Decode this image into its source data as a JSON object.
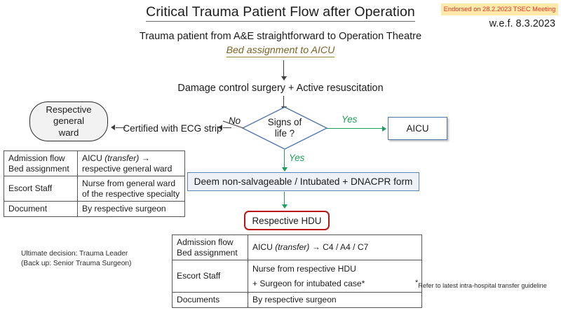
{
  "header": {
    "title": "Critical Trauma Patient Flow after Operation",
    "endorsed_badge": "Endorsed on 28.2.2023 TSEC Meeting",
    "wef_note": "w.e.f. 8.3.2023",
    "badge_bg_color": "#fde9a9",
    "badge_text_color": "#e4342b"
  },
  "flow": {
    "intro_line": "Trauma patient from A&E straightforward to Operation Theatre",
    "bed_assignment_line": "Bed assignment to AICU",
    "damage_control_line": "Damage control surgery + Active resuscitation",
    "decision": {
      "line1": "Signs of",
      "line2": "life ?",
      "branch_no_label": "No",
      "branch_yes_right_label": "Yes",
      "branch_yes_down_label": "Yes"
    },
    "nodes": {
      "general_ward": "Respective general ward",
      "general_ward_l1": "Respective",
      "general_ward_l2": "general",
      "general_ward_l3": "ward",
      "ecg_certified": "Certified with ECG strip",
      "aicu": "AICU",
      "dnacpr": "Deem non-salvageable / Intubated + DNACPR form",
      "hdu": "Respective HDU"
    },
    "colors": {
      "yes_branch": "#19a05a",
      "decision_border": "#4a76a8",
      "aicu_border": "#4a76a8",
      "dnacpr_border": "#5b86b8",
      "hdu_border": "#bc1414",
      "bed_assignment_text": "#7d6324"
    }
  },
  "left_table": {
    "rows": [
      {
        "key_l1": "Admission flow",
        "key_l2": "Bed assignment",
        "value_prefix": "AICU ",
        "value_italic": "(transfer)",
        "value_suffix": " →",
        "value_l2": "respective general ward"
      },
      {
        "key_l1": "Escort Staff",
        "key_l2": "",
        "value_l1": "Nurse from general ward",
        "value_l2": "of the respective specialty"
      },
      {
        "key_l1": "Document",
        "key_l2": "",
        "value_l1": "By respective surgeon",
        "value_l2": ""
      }
    ]
  },
  "bottom_table": {
    "rows": [
      {
        "key_l1": "Admission flow",
        "key_l2": "Bed assignment",
        "value_prefix": "AICU ",
        "value_italic": "(transfer)",
        "value_suffix": " → C4 / A4 / C7"
      },
      {
        "key_l1": "Escort Staff",
        "key_l2": "",
        "value_l1": "Nurse from respective HDU",
        "value_l2": "+ Surgeon for intubated case*"
      },
      {
        "key_l1": "Documents",
        "key_l2": "",
        "value_l1": "By respective surgeon",
        "value_l2": ""
      }
    ]
  },
  "notes": {
    "ultimate_l1": "Ultimate decision: Trauma Leader",
    "ultimate_l2": "(Back up: Senior Trauma Surgeon)",
    "footnote_star": "*",
    "footnote_text": "Refer to latest intra-hospital transfer guideline"
  }
}
